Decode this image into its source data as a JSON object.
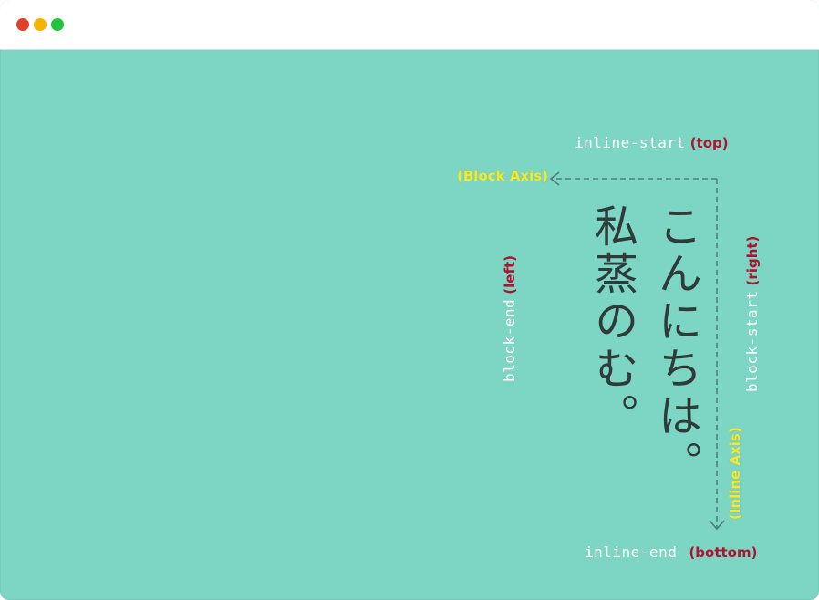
{
  "window": {
    "controls": [
      "close",
      "minimize",
      "maximize"
    ]
  },
  "labels": {
    "inline_start": "inline-start",
    "inline_start_dir": "(top)",
    "inline_end": "inline-end",
    "inline_end_dir": "(bottom)",
    "block_start": "block-start",
    "block_start_dir": "(right)",
    "block_end": "block-end",
    "block_end_dir": "(left)",
    "block_axis": "(Block Axis)",
    "inline_axis": "(Inline Axis)"
  },
  "text": {
    "line1": "こんにちは。",
    "line2": "私蒸のむ。"
  },
  "colors": {
    "background": "#7dd5c3",
    "direction_label": "#b0122f",
    "axis_label": "#f4ea2c",
    "guide_line": "#4f7f78",
    "main_text": "#2f3b3a"
  }
}
